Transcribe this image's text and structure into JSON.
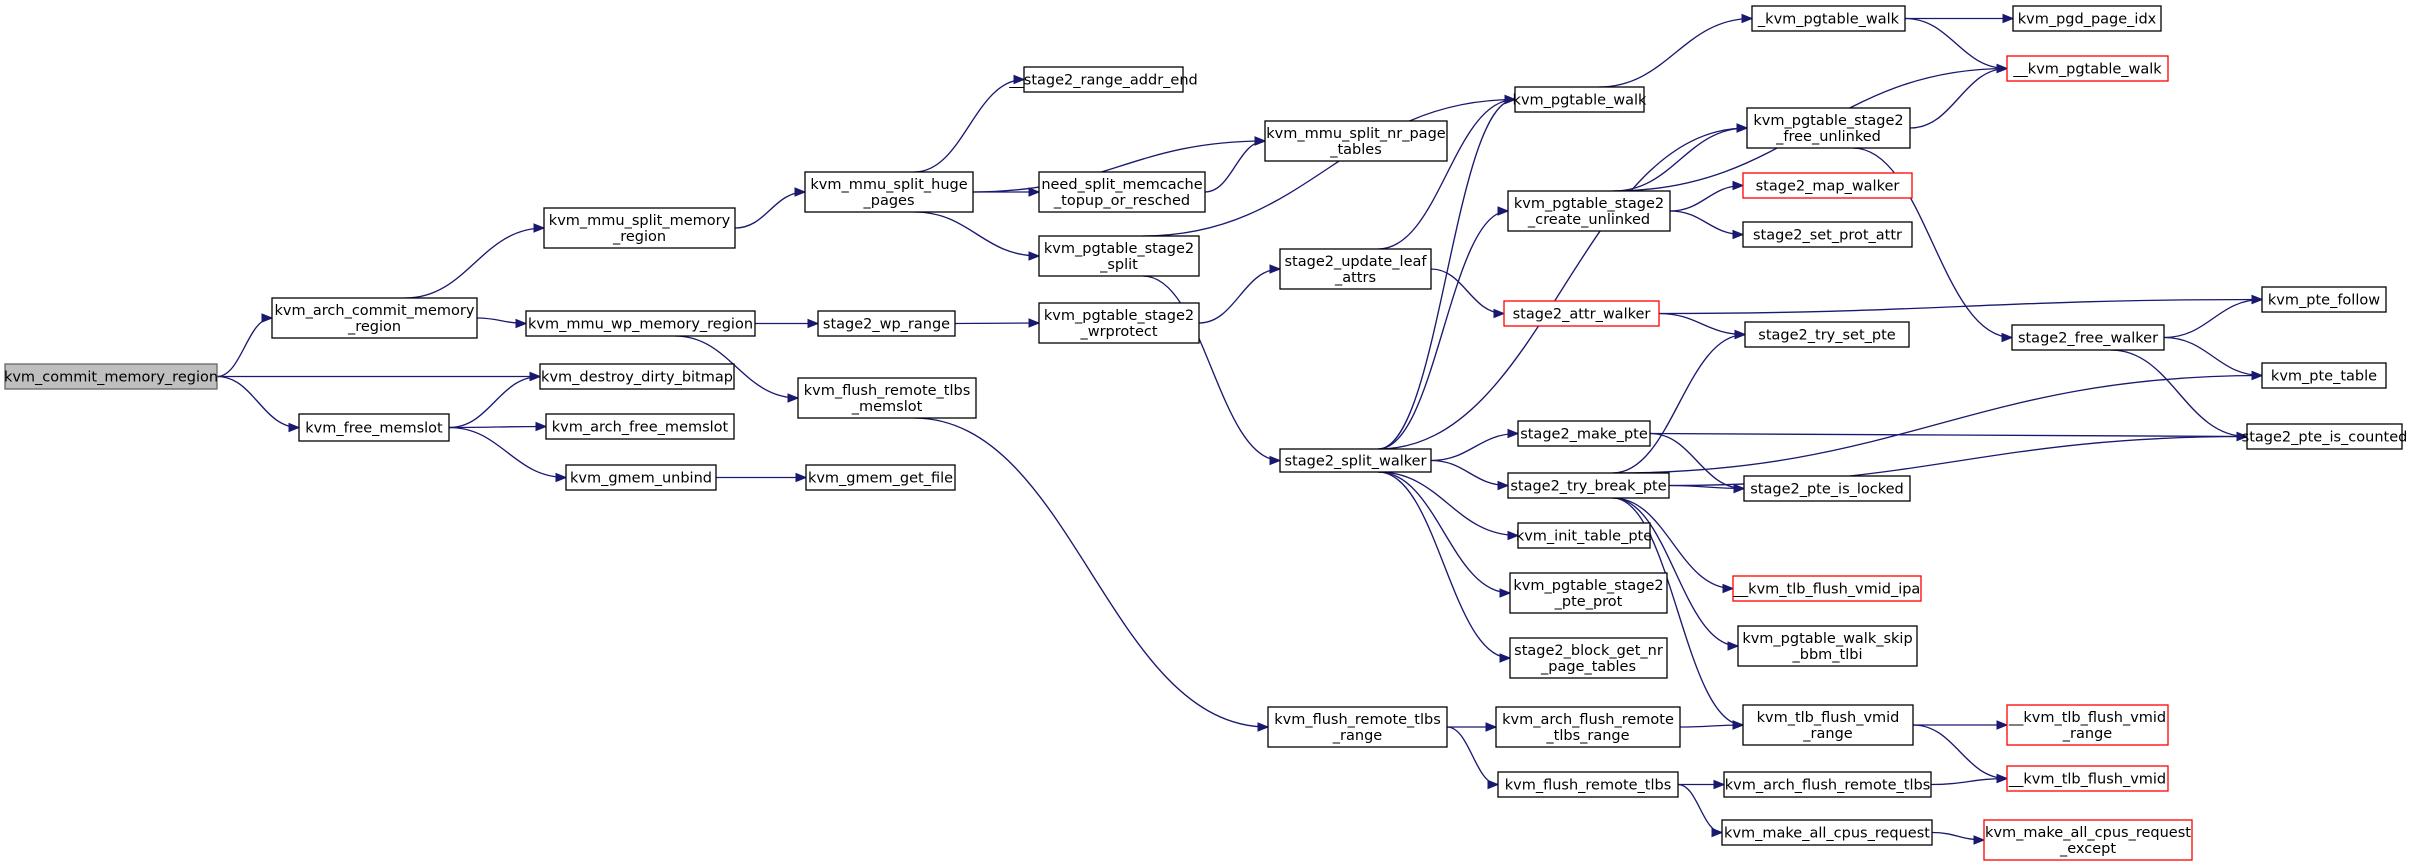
{
  "colors": {
    "edge": "#191970",
    "node_border": "#000000",
    "root_fill": "#bfbfbf",
    "truncated_border": "#ff0000"
  },
  "nodes": [
    {
      "id": "n01",
      "label": [
        "kvm_commit_memory_region"
      ],
      "style": "root"
    },
    {
      "id": "n02",
      "label": [
        "kvm_arch_commit_memory",
        "_region"
      ]
    },
    {
      "id": "n03",
      "label": [
        "kvm_destroy_dirty_bitmap"
      ]
    },
    {
      "id": "n04",
      "label": [
        "kvm_free_memslot"
      ]
    },
    {
      "id": "n05",
      "label": [
        "kvm_mmu_split_memory",
        "_region"
      ]
    },
    {
      "id": "n06",
      "label": [
        "kvm_mmu_wp_memory_region"
      ]
    },
    {
      "id": "n07",
      "label": [
        "kvm_arch_free_memslot"
      ]
    },
    {
      "id": "n08",
      "label": [
        "kvm_gmem_unbind"
      ]
    },
    {
      "id": "n09",
      "label": [
        "kvm_mmu_split_huge",
        "_pages"
      ]
    },
    {
      "id": "n10",
      "label": [
        "stage2_wp_range"
      ]
    },
    {
      "id": "n11",
      "label": [
        "kvm_flush_remote_tlbs",
        "_memslot"
      ]
    },
    {
      "id": "n12",
      "label": [
        "kvm_gmem_get_file"
      ]
    },
    {
      "id": "n13",
      "label": [
        "__stage2_range_addr_end"
      ]
    },
    {
      "id": "n14",
      "label": [
        "need_split_memcache",
        "_topup_or_resched"
      ]
    },
    {
      "id": "n15",
      "label": [
        "kvm_pgtable_stage2",
        "_split"
      ]
    },
    {
      "id": "n16",
      "label": [
        "kvm_pgtable_stage2",
        "_wrprotect"
      ]
    },
    {
      "id": "n17",
      "label": [
        "kvm_mmu_split_nr_page",
        "_tables"
      ]
    },
    {
      "id": "n18",
      "label": [
        "kvm_pgtable_walk"
      ]
    },
    {
      "id": "n19",
      "label": [
        "stage2_update_leaf",
        "_attrs"
      ]
    },
    {
      "id": "n20",
      "label": [
        "stage2_split_walker"
      ]
    },
    {
      "id": "n21",
      "label": [
        "kvm_flush_remote_tlbs",
        "_range"
      ]
    },
    {
      "id": "n22",
      "label": [
        "_kvm_pgtable_walk"
      ]
    },
    {
      "id": "n23",
      "label": [
        "kvm_pgtable_stage2",
        "_create_unlinked"
      ]
    },
    {
      "id": "n24",
      "label": [
        "stage2_attr_walker"
      ],
      "style": "truncated"
    },
    {
      "id": "n25",
      "label": [
        "stage2_make_pte"
      ]
    },
    {
      "id": "n26",
      "label": [
        "stage2_try_break_pte"
      ]
    },
    {
      "id": "n27",
      "label": [
        "kvm_init_table_pte"
      ]
    },
    {
      "id": "n28",
      "label": [
        "kvm_pgtable_stage2",
        "_pte_prot"
      ]
    },
    {
      "id": "n29",
      "label": [
        "stage2_block_get_nr",
        "_page_tables"
      ]
    },
    {
      "id": "n30",
      "label": [
        "kvm_arch_flush_remote",
        "_tlbs_range"
      ]
    },
    {
      "id": "n31",
      "label": [
        "kvm_flush_remote_tlbs"
      ]
    },
    {
      "id": "n32",
      "label": [
        "kvm_pgd_page_idx"
      ]
    },
    {
      "id": "n33",
      "label": [
        "__kvm_pgtable_walk"
      ],
      "style": "truncated"
    },
    {
      "id": "n34",
      "label": [
        "kvm_pgtable_stage2",
        "_free_unlinked"
      ]
    },
    {
      "id": "n35",
      "label": [
        "stage2_map_walker"
      ],
      "style": "truncated"
    },
    {
      "id": "n36",
      "label": [
        "stage2_set_prot_attr"
      ]
    },
    {
      "id": "n37",
      "label": [
        "stage2_try_set_pte"
      ]
    },
    {
      "id": "n38",
      "label": [
        "stage2_pte_is_locked"
      ]
    },
    {
      "id": "n39",
      "label": [
        "__kvm_tlb_flush_vmid_ipa"
      ],
      "style": "truncated"
    },
    {
      "id": "n40",
      "label": [
        "kvm_pgtable_walk_skip",
        "_bbm_tlbi"
      ]
    },
    {
      "id": "n41",
      "label": [
        "kvm_tlb_flush_vmid",
        "_range"
      ]
    },
    {
      "id": "n42",
      "label": [
        "kvm_arch_flush_remote_tlbs"
      ]
    },
    {
      "id": "n43",
      "label": [
        "kvm_make_all_cpus_request"
      ]
    },
    {
      "id": "n44",
      "label": [
        "stage2_free_walker"
      ]
    },
    {
      "id": "n45",
      "label": [
        "kvm_pte_follow"
      ]
    },
    {
      "id": "n46",
      "label": [
        "kvm_pte_table"
      ]
    },
    {
      "id": "n47",
      "label": [
        "stage2_pte_is_counted"
      ]
    },
    {
      "id": "n48",
      "label": [
        "__kvm_tlb_flush_vmid",
        "_range"
      ],
      "style": "truncated"
    },
    {
      "id": "n49",
      "label": [
        "__kvm_tlb_flush_vmid"
      ],
      "style": "truncated"
    },
    {
      "id": "n50",
      "label": [
        "kvm_make_all_cpus_request",
        "_except"
      ],
      "style": "truncated"
    }
  ],
  "edges": [
    [
      "n01",
      "n02"
    ],
    [
      "n01",
      "n03"
    ],
    [
      "n01",
      "n04"
    ],
    [
      "n02",
      "n05"
    ],
    [
      "n02",
      "n06"
    ],
    [
      "n04",
      "n03"
    ],
    [
      "n04",
      "n07"
    ],
    [
      "n04",
      "n08"
    ],
    [
      "n05",
      "n09"
    ],
    [
      "n06",
      "n10"
    ],
    [
      "n06",
      "n11"
    ],
    [
      "n08",
      "n12"
    ],
    [
      "n09",
      "n13"
    ],
    [
      "n09",
      "n14"
    ],
    [
      "n09",
      "n15"
    ],
    [
      "n09",
      "n17"
    ],
    [
      "n10",
      "n16"
    ],
    [
      "n11",
      "n21"
    ],
    [
      "n14",
      "n17"
    ],
    [
      "n15",
      "n18"
    ],
    [
      "n15",
      "n20"
    ],
    [
      "n16",
      "n19"
    ],
    [
      "n18",
      "n22"
    ],
    [
      "n19",
      "n18"
    ],
    [
      "n19",
      "n24"
    ],
    [
      "n20",
      "n18"
    ],
    [
      "n20",
      "n34"
    ],
    [
      "n20",
      "n23"
    ],
    [
      "n20",
      "n25"
    ],
    [
      "n20",
      "n26"
    ],
    [
      "n20",
      "n27"
    ],
    [
      "n20",
      "n28"
    ],
    [
      "n20",
      "n29"
    ],
    [
      "n21",
      "n30"
    ],
    [
      "n21",
      "n31"
    ],
    [
      "n22",
      "n32"
    ],
    [
      "n22",
      "n33"
    ],
    [
      "n23",
      "n33"
    ],
    [
      "n23",
      "n34"
    ],
    [
      "n23",
      "n35"
    ],
    [
      "n23",
      "n36"
    ],
    [
      "n24",
      "n45"
    ],
    [
      "n24",
      "n37"
    ],
    [
      "n25",
      "n47"
    ],
    [
      "n25",
      "n38"
    ],
    [
      "n26",
      "n37"
    ],
    [
      "n26",
      "n46"
    ],
    [
      "n26",
      "n38"
    ],
    [
      "n26",
      "n47"
    ],
    [
      "n26",
      "n39"
    ],
    [
      "n26",
      "n40"
    ],
    [
      "n26",
      "n41"
    ],
    [
      "n30",
      "n41"
    ],
    [
      "n31",
      "n42"
    ],
    [
      "n31",
      "n43"
    ],
    [
      "n34",
      "n33"
    ],
    [
      "n34",
      "n44"
    ],
    [
      "n41",
      "n48"
    ],
    [
      "n41",
      "n49"
    ],
    [
      "n42",
      "n49"
    ],
    [
      "n43",
      "n50"
    ],
    [
      "n44",
      "n45"
    ],
    [
      "n44",
      "n46"
    ],
    [
      "n44",
      "n47"
    ]
  ]
}
